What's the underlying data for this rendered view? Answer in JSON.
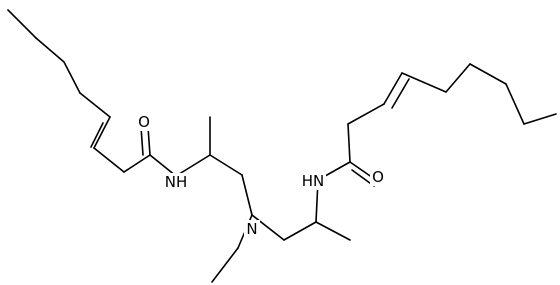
{
  "diagram": {
    "type": "skeletal-structure",
    "colors": {
      "background": "#ffffff",
      "bond": "#000000",
      "label": "#000000"
    }
  },
  "atoms": {
    "O1": "O",
    "N1": "NH",
    "N2": "N",
    "N3": "HN",
    "O2": "O"
  }
}
